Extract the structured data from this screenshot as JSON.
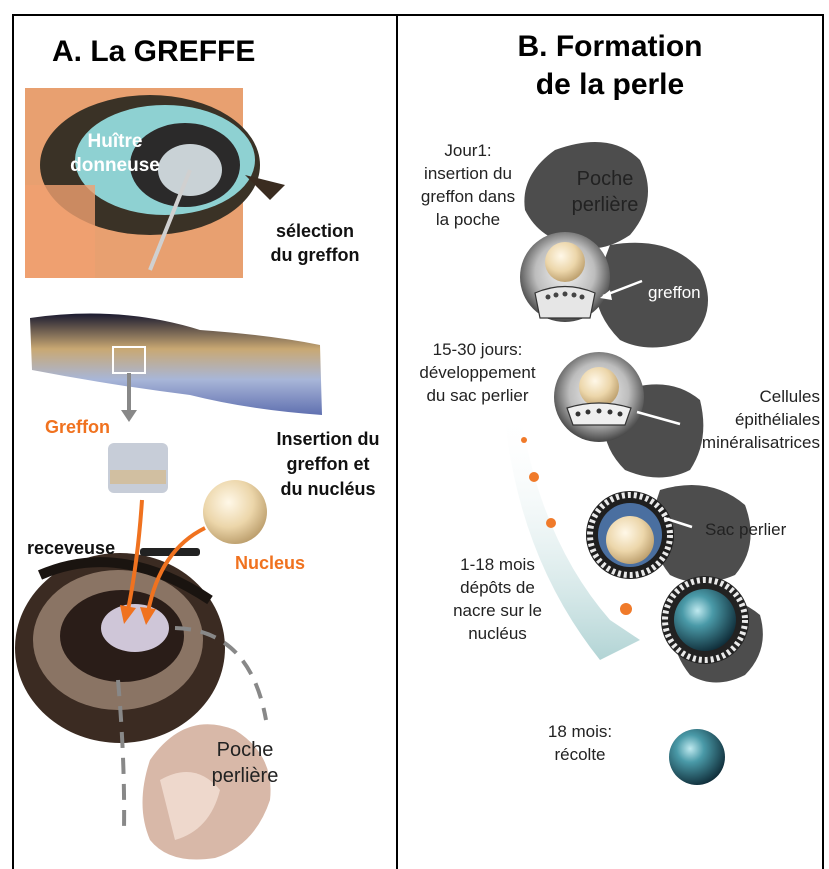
{
  "panel_a": {
    "title": "A. La GREFFE",
    "donor_label_line1": "Huître",
    "donor_label_line2": "donneuse",
    "selection_line1": "sélection",
    "selection_line2": "du greffon",
    "greffon_label": "Greffon",
    "insertion_line1": "Insertion du",
    "insertion_line2": "greffon et",
    "insertion_line3": "du  nucléus",
    "receveuse_label": "receveuse",
    "nucleus_label": "Nucleus",
    "poche_line1": "Poche",
    "poche_line2": "perlière"
  },
  "panel_b": {
    "title_line1": "B. Formation",
    "title_line2": "de la perle",
    "step1_line1": "Jour1:",
    "step1_line2": "insertion du",
    "step1_line3": "greffon dans",
    "step1_line4": "la poche",
    "poche_line1": "Poche",
    "poche_line2": "perlière",
    "greffon_label": "greffon",
    "step2_line1": "15-30 jours:",
    "step2_line2": "développement",
    "step2_line3": "du sac perlier",
    "cellules_line1": "Cellules",
    "cellules_line2": "épithéliales",
    "cellules_line3": "minéralisatrices",
    "step3_line1": "1-18 mois",
    "step3_line2": "dépôts de",
    "step3_line3": "nacre sur le",
    "step3_line4": "nucléus",
    "sac_label": "Sac perlier",
    "step4_line1": "18 mois:",
    "step4_line2": "récolte"
  },
  "colors": {
    "orange": "#f0721f",
    "dark_pocket": "#4a4a4a",
    "pearl_cream": "#e9d3a8",
    "pearl_dark": "#1e4a5a"
  }
}
